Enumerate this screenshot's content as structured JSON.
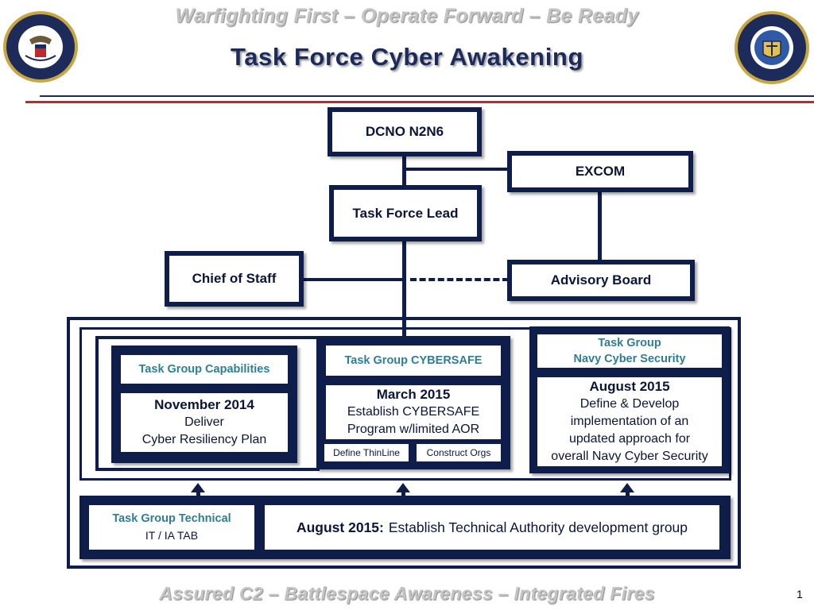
{
  "header": {
    "tagline": "Warfighting First – Operate Forward – Be Ready",
    "title": "Task Force Cyber Awakening"
  },
  "footer": {
    "tagline": "Assured C2 – Battlespace Awareness – Integrated Fires",
    "page_number": "1"
  },
  "colors": {
    "navy": "#0f1d4a",
    "teal": "#2e7f94",
    "header_rule_red": "#c0282d",
    "header_rule_blue": "#1d2b5b"
  },
  "org": {
    "dcno": "DCNO N2N6",
    "excom": "EXCOM",
    "task_force_lead": "Task Force Lead",
    "chief_of_staff": "Chief of Staff",
    "advisory_board": "Advisory Board"
  },
  "groups": {
    "capabilities": {
      "name": "Task Group Capabilities",
      "date": "November 2014",
      "line1": "Deliver",
      "line2": "Cyber Resiliency Plan"
    },
    "cybersafe": {
      "name": "Task Group CYBERSAFE",
      "date": "March 2015",
      "line1": "Establish CYBERSAFE",
      "line2": "Program w/limited AOR",
      "sub1": "Define ThinLine",
      "sub2": "Construct Orgs"
    },
    "navy_cyber": {
      "name_line1": "Task Group",
      "name_line2": "Navy Cyber Security",
      "date": "August 2015",
      "line1": "Define & Develop",
      "line2": "implementation of an",
      "line3": "updated approach for",
      "line4": "overall Navy Cyber Security"
    },
    "technical": {
      "name": "Task Group Technical",
      "sub": "IT / IA TAB",
      "date": "August 2015:",
      "desc": "Establish Technical Authority development group"
    }
  },
  "icons": {
    "left_seal": "cno-seal-icon",
    "right_seal": "navy-information-dominance-seal-icon"
  }
}
